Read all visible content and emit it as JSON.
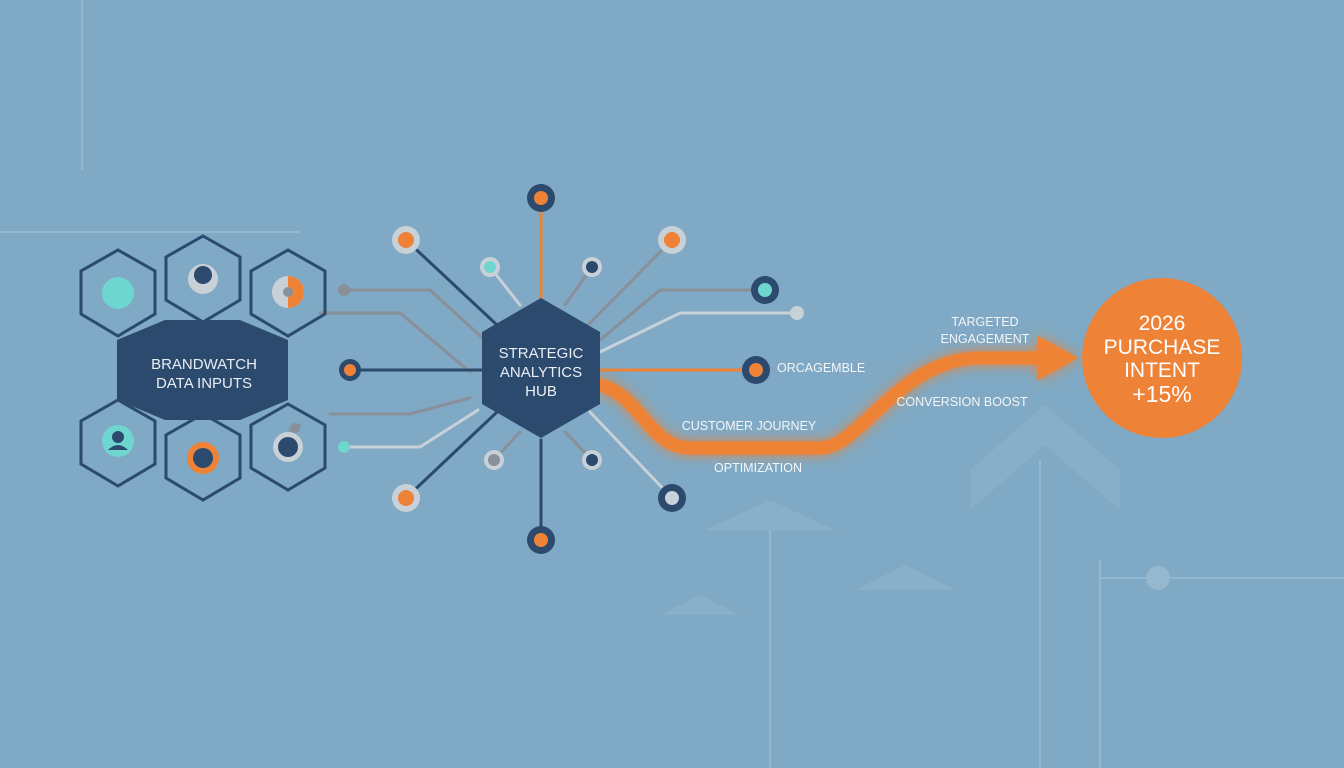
{
  "input_cluster": {
    "label_line1": "BRANDWATCH",
    "label_line2": "DATA INPUTS"
  },
  "hub": {
    "label_line1": "STRATEGIC",
    "label_line2": "ANALYTICS",
    "label_line3": "HUB"
  },
  "flow": {
    "label_targeted": "TARGETED",
    "label_engagement": "ENGAGEMENT",
    "label_orcagemble": "ORCAGEMBLE",
    "label_customer_journey": "CUSTOMER JOURNEY",
    "label_optimization": "OPTIMIZATION",
    "label_conversion_boost": "CONVERSION BOOST"
  },
  "result": {
    "line1": "2026",
    "line2": "PURCHASE",
    "line3": "INTENT",
    "line4": "+15%"
  },
  "colors": {
    "background": "#7fa9c4",
    "navy": "#2b4a6d",
    "orange": "#ee8236",
    "teal": "#6fd6cf",
    "light_gray": "#c9d1d8",
    "line_gray": "#8a9099"
  }
}
